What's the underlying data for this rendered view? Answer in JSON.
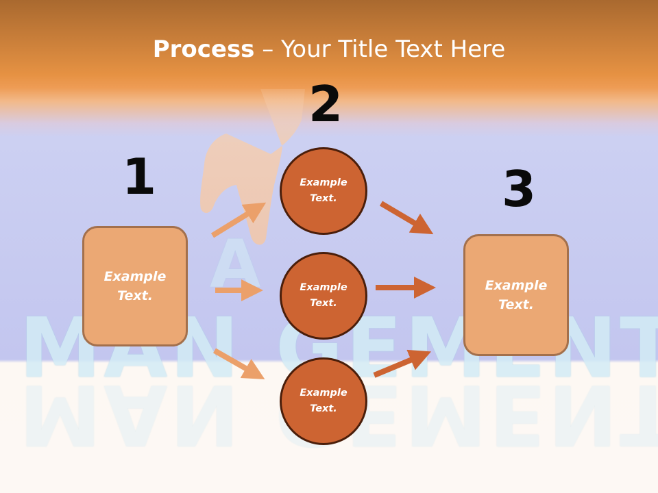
{
  "title": {
    "bold": "Process",
    "rest": " – Your Title Text Here"
  },
  "watermark": {
    "word_left": "MAN",
    "letter_mid": "A",
    "word_right": "GEMENT"
  },
  "steps": [
    {
      "number": "1",
      "box_text": "Example Text."
    },
    {
      "number": "2",
      "circles": [
        "Example Text.",
        "Example Text.",
        "Example Text."
      ]
    },
    {
      "number": "3",
      "box_text": "Example Text."
    }
  ],
  "colors": {
    "header_orange": "#e69243",
    "box_fill": "#eba874",
    "circle_fill": "#cd6432",
    "arrow_light": "#eba06a",
    "arrow_dark": "#cd6432"
  }
}
